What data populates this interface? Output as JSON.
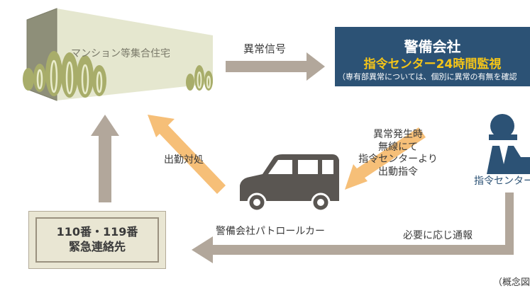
{
  "building": {
    "label": "マンション等集合住宅"
  },
  "signal_arrow": {
    "label": "異常信号"
  },
  "security_company": {
    "title": "警備会社",
    "subtitle": "指令センター24時間監視",
    "note": "（専有部異常については、個別に異常の有無を確認"
  },
  "dispatch_instruction": {
    "lines": [
      "異常発生時",
      "無線にて",
      "指令センターより",
      "出動指令"
    ]
  },
  "command_center": {
    "label": "指令センター"
  },
  "response_arrow": {
    "label": "出勤対処"
  },
  "patrol_car": {
    "label": "警備会社パトロールカー"
  },
  "emergency": {
    "line1": "110番・119番",
    "line2": "緊急連絡先"
  },
  "report_arrow": {
    "label": "必要に応じ通報"
  },
  "footnote": "（概念図",
  "colors": {
    "navy": "#2c5275",
    "yellow": "#f5c518",
    "orange_arrow": "#f6bf78",
    "gray_arrow": "#b2a79b",
    "olive": "#a5a86a",
    "car": "#5a5652"
  }
}
